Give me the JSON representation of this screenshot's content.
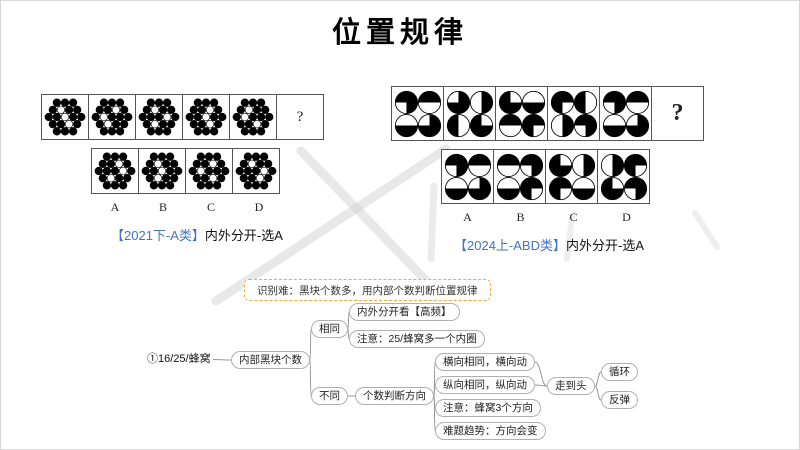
{
  "title": "位置规律",
  "left_puzzle": {
    "caption_tag": "【2021下-A类】",
    "caption_text": "内外分开-选A",
    "question_mark": "?",
    "option_labels": [
      "A",
      "B",
      "C",
      "D"
    ],
    "cells_white_dots": [
      [
        4,
        9,
        14
      ],
      [
        5,
        8,
        13
      ],
      [
        4,
        10,
        13
      ],
      [
        5,
        9,
        14
      ],
      [
        4,
        8,
        14
      ]
    ],
    "answers_white_dots": [
      [
        5,
        10,
        13
      ],
      [
        4,
        9,
        13
      ],
      [
        5,
        8,
        14
      ],
      [
        4,
        10,
        14
      ]
    ]
  },
  "right_puzzle": {
    "caption_tag": "【2024上-ABD类】",
    "caption_text": "内外分开-选A",
    "question_mark": "?",
    "option_labels": [
      "A",
      "B",
      "C",
      "D"
    ],
    "cells_quadrants": [
      [
        [
          1,
          1,
          0,
          1
        ],
        [
          1,
          0,
          0,
          1
        ],
        [
          0,
          1,
          1,
          0
        ],
        [
          1,
          1,
          1,
          0
        ]
      ],
      [
        [
          1,
          1,
          1,
          0
        ],
        [
          1,
          1,
          0,
          0
        ],
        [
          0,
          0,
          1,
          1
        ],
        [
          0,
          1,
          1,
          1
        ]
      ],
      [
        [
          0,
          1,
          1,
          1
        ],
        [
          0,
          1,
          1,
          0
        ],
        [
          1,
          0,
          0,
          1
        ],
        [
          1,
          0,
          1,
          1
        ]
      ],
      [
        [
          1,
          0,
          1,
          1
        ],
        [
          0,
          0,
          1,
          1
        ],
        [
          1,
          1,
          0,
          0
        ],
        [
          1,
          1,
          0,
          1
        ]
      ],
      [
        [
          1,
          1,
          0,
          1
        ],
        [
          1,
          0,
          0,
          1
        ],
        [
          0,
          1,
          1,
          0
        ],
        [
          1,
          1,
          1,
          0
        ]
      ]
    ],
    "answers_quadrants": [
      [
        [
          1,
          1,
          0,
          1
        ],
        [
          1,
          0,
          0,
          1
        ],
        [
          0,
          1,
          1,
          0
        ],
        [
          1,
          1,
          1,
          0
        ]
      ],
      [
        [
          1,
          0,
          0,
          1
        ],
        [
          1,
          1,
          0,
          1
        ],
        [
          0,
          1,
          1,
          0
        ],
        [
          1,
          0,
          1,
          1
        ]
      ],
      [
        [
          0,
          1,
          1,
          1
        ],
        [
          1,
          1,
          0,
          0
        ],
        [
          1,
          0,
          1,
          1
        ],
        [
          0,
          1,
          1,
          0
        ]
      ],
      [
        [
          1,
          1,
          0,
          0
        ],
        [
          1,
          0,
          1,
          1
        ],
        [
          0,
          1,
          1,
          1
        ],
        [
          1,
          1,
          0,
          1
        ]
      ]
    ]
  },
  "callout": {
    "text": "识别难：黑块个数多，用内部个数判断位置规律"
  },
  "mindmap": {
    "nodes": {
      "root": "①16/25/蜂窝",
      "count": "内部黑块个数",
      "same": "相同",
      "diff": "不同",
      "same_a": "内外分开看【高频】",
      "same_b": "注意：25/蜂窝多一个内圈",
      "dir": "个数判断方向",
      "dir_a": "横向相同，横向动",
      "dir_b": "纵向相同，纵向动",
      "dir_c": "注意：蜂窝3个方向",
      "dir_d": "难题趋势：方向会变",
      "end": "走到头",
      "end_a": "循环",
      "end_b": "反弹"
    }
  }
}
